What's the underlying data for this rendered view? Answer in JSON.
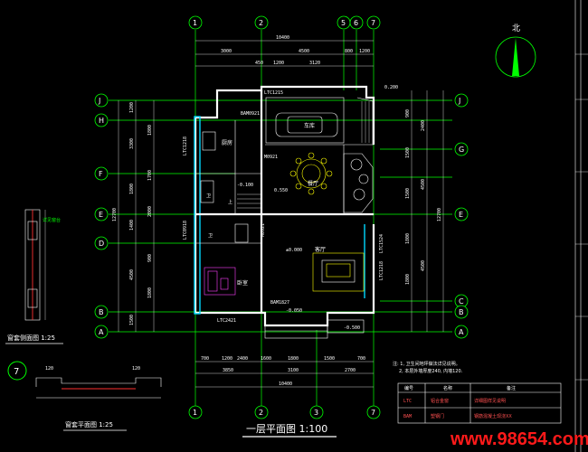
{
  "plan": {
    "title": "一层平面图 1:100",
    "north": "北",
    "top_dims_total": "10400",
    "top_dims": [
      "3000",
      "4500",
      "800",
      "1200"
    ],
    "top_dims2": [
      "450",
      "1200",
      "3120"
    ],
    "bottom_dims": [
      "700",
      "1200",
      "2400",
      "1600",
      "1800",
      "1500",
      "700"
    ],
    "bottom_dims2": [
      "3850",
      "3100",
      "2700"
    ],
    "bottom_total": "10400",
    "axes_v": [
      "1",
      "2",
      "3",
      "5",
      "6",
      "7"
    ],
    "axes_h": [
      "J",
      "H",
      "G",
      "F",
      "E",
      "D",
      "C",
      "B",
      "A"
    ],
    "rooms": {
      "kitchen": "厨房",
      "dining": "餐厅",
      "living": "客厅",
      "bedroom": "卧室",
      "bath": "卫",
      "garage": "车库",
      "stair": "上"
    },
    "window_labels": [
      "LTC1215",
      "LTC1218",
      "LTC0918",
      "LTC2421",
      "LTC1524",
      "LTC1218",
      "BAM0921",
      "BAM1827",
      "M0921",
      "M0921"
    ],
    "levels": [
      "±0.000",
      "0.200",
      "-0.050",
      "-0.500",
      "-0.100",
      "0.550"
    ],
    "side_detail_title": "窗套侧面图 1:25",
    "plan_detail_title": "窗套平面图 1:25",
    "detail_no": "7",
    "notes": [
      "注: 1, 卫生间地坪做法详见说明。",
      "2, 本层外墙厚度240, 内墙120."
    ],
    "table": {
      "header": [
        "编号",
        "名称",
        "备注"
      ],
      "rows": [
        [
          "LTC",
          "铝合金窗",
          "详细图样见说明"
        ],
        [
          "BAM",
          "塑钢门",
          "钢筋混凝土现浇XX"
        ]
      ]
    },
    "watermark": "www.98654.com"
  }
}
